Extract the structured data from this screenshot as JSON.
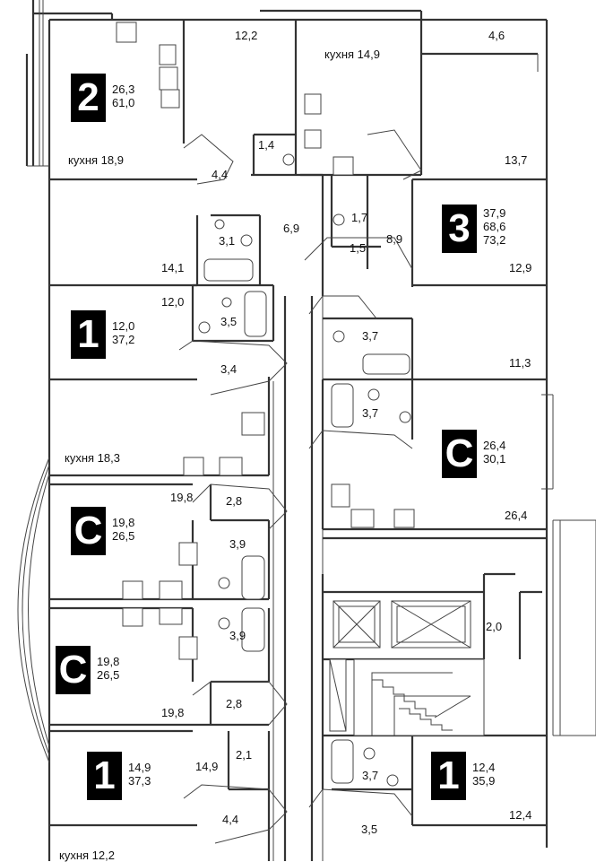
{
  "units": [
    {
      "id": "u2",
      "badge": "2",
      "areas": [
        "26,3",
        "61,0"
      ]
    },
    {
      "id": "u3",
      "badge": "3",
      "areas": [
        "37,9",
        "68,6",
        "73,2"
      ]
    },
    {
      "id": "u1a",
      "badge": "1",
      "areas": [
        "12,0",
        "37,2"
      ]
    },
    {
      "id": "uCa",
      "badge": "C",
      "areas": [
        "26,4",
        "30,1"
      ]
    },
    {
      "id": "uCb",
      "badge": "C",
      "areas": [
        "19,8",
        "26,5"
      ]
    },
    {
      "id": "uCc",
      "badge": "C",
      "areas": [
        "19,8",
        "26,5"
      ]
    },
    {
      "id": "u1b",
      "badge": "1",
      "areas": [
        "14,9",
        "37,3"
      ]
    },
    {
      "id": "u1c",
      "badge": "1",
      "areas": [
        "12,4",
        "35,9"
      ]
    }
  ],
  "rooms": [
    "12,2",
    "кухня 14,9",
    "4,6",
    "кухня 18,9",
    "1,4",
    "13,7",
    "4,4",
    "1,7",
    "6,9",
    "3,1",
    "8,9",
    "1,5",
    "14,1",
    "12,9",
    "12,0",
    "3,5",
    "3,7",
    "11,3",
    "3,4",
    "3,7",
    "кухня 18,3",
    "26,4",
    "19,8",
    "2,8",
    "3,9",
    "2,0",
    "3,9",
    "19,8",
    "2,8",
    "14,9",
    "2,1",
    "3,7",
    "12,4",
    "4,4",
    "3,5",
    "кухня 12,2"
  ]
}
